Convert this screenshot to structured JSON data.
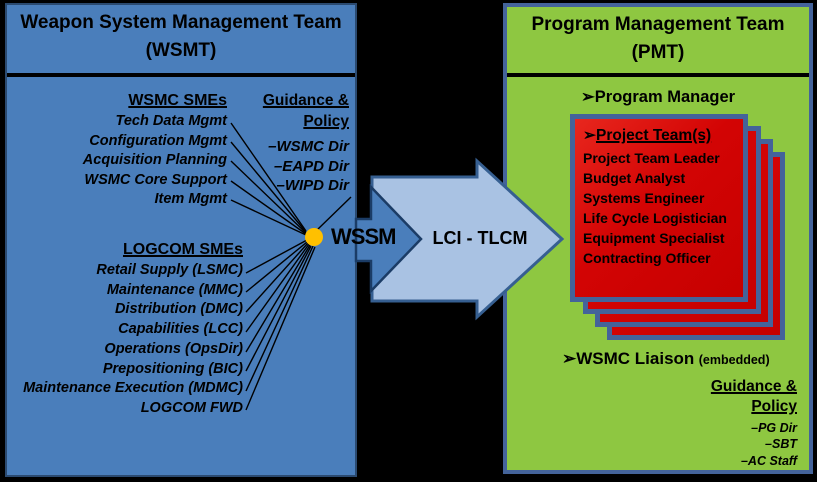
{
  "bullet": "➢",
  "left_box": {
    "title": "Weapon System Management Team",
    "subtitle": "(WSMT)",
    "wsmc": {
      "heading": "WSMC SMEs",
      "items": [
        "Tech Data Mgmt",
        "Configuration Mgmt",
        "Acquisition Planning",
        "WSMC Core Support",
        "Item Mgmt"
      ]
    },
    "guidance": {
      "heading_line1": "Guidance &",
      "heading_line2": "Policy",
      "items": [
        "–WSMC Dir",
        "–EAPD Dir",
        "–WIPD Dir"
      ]
    },
    "logcom": {
      "heading": "LOGCOM SMEs",
      "items": [
        "Retail Supply (LSMC)",
        "Maintenance (MMC)",
        "Distribution (DMC)",
        "Capabilities (LCC)",
        "Operations (OpsDir)",
        "Prepositioning (BIC)",
        "Maintenance Execution  (MDMC)",
        "LOGCOM FWD"
      ]
    },
    "node_label": "WSSM"
  },
  "arrow": {
    "label": "LCI - TLCM"
  },
  "right_box": {
    "title": "Program Management Team",
    "subtitle": "(PMT)",
    "program_manager": "Program Manager",
    "project_team": {
      "heading": "Project Team(s)",
      "roles": [
        "Project Team Leader",
        "Budget Analyst",
        "Systems Engineer",
        "Life Cycle Logistician",
        "Equipment Specialist",
        "Contracting Officer"
      ]
    },
    "liaison": {
      "label": "WSMC Liaison",
      "suffix": "(embedded)"
    },
    "guidance": {
      "heading_line1": "Guidance &",
      "heading_line2": "Policy",
      "items": [
        "–PG Dir",
        "–SBT",
        "–AC Staff"
      ]
    }
  },
  "colors": {
    "background": "#000000",
    "wsmt_fill": "#4A7EBB",
    "pmt_fill": "#8EC741",
    "card_fill": "#D30404",
    "card_border": "#44639A",
    "arrow_fill": "#A9C2E3",
    "arrow_border": "#365F91",
    "node_dot": "#FFC000"
  }
}
